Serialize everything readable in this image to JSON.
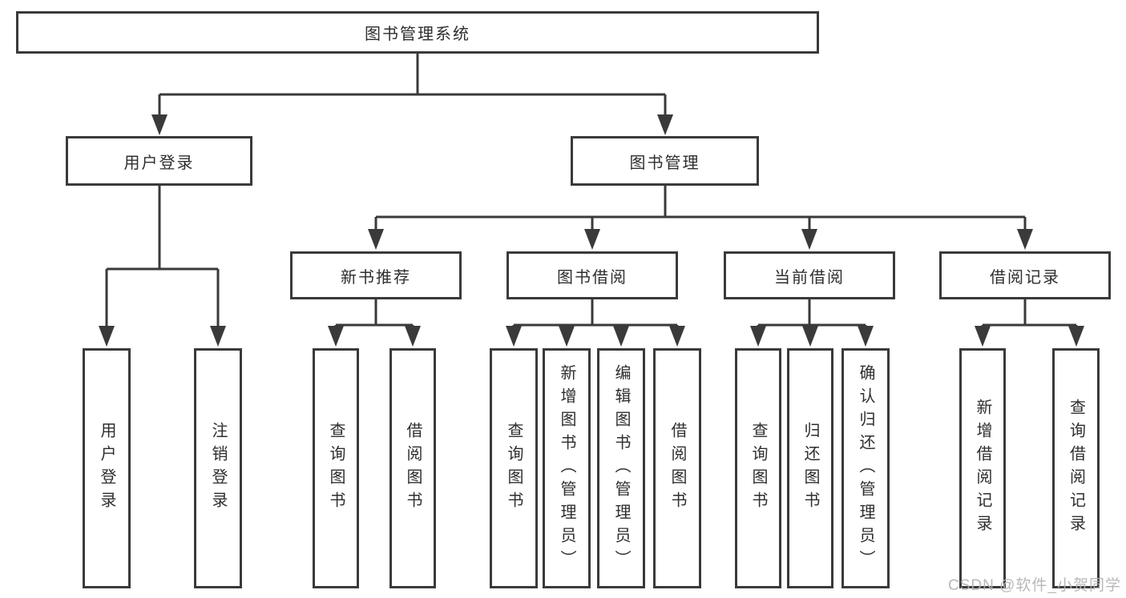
{
  "diagram": {
    "root": "图书管理系统",
    "level1": {
      "user_login": "用户登录",
      "book_management": "图书管理"
    },
    "level2": {
      "new_book_recommend": "新书推荐",
      "book_borrow": "图书借阅",
      "current_borrow": "当前借阅",
      "borrow_records": "借阅记录"
    },
    "leaves": {
      "user_login": [
        "用户登录",
        "注销登录"
      ],
      "new_book_recommend": [
        "查询图书",
        "借阅图书"
      ],
      "book_borrow": [
        "查询图书",
        "新增图书（管理员）",
        "编辑图书（管理员）",
        "借阅图书"
      ],
      "current_borrow": [
        "查询图书",
        "归还图书",
        "确认归还（管理员）"
      ],
      "borrow_records": [
        "新增借阅记录",
        "查询借阅记录"
      ]
    }
  },
  "watermark": {
    "text": "CSDN @软件_小贺同学"
  },
  "colors": {
    "line": "#3a3a3a",
    "text": "#2e2e2e",
    "box_background": "#ffffff",
    "watermark": "#b3b3b3",
    "page_background": "#ffffff"
  }
}
